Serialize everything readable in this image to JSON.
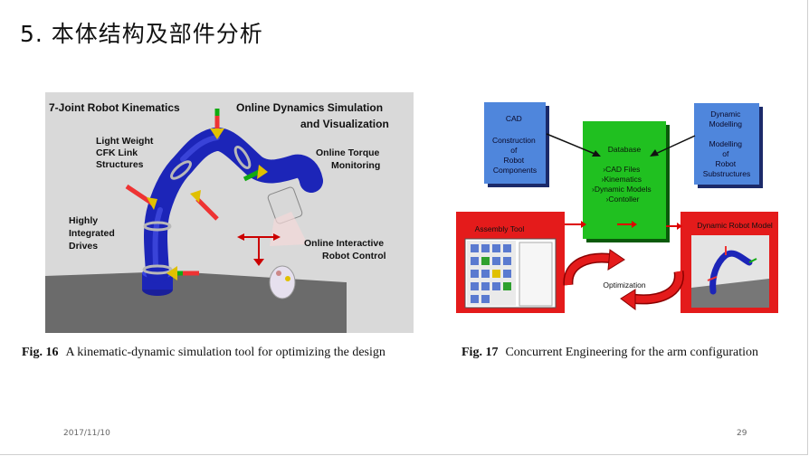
{
  "slide": {
    "title": "5. 本体结构及部件分析",
    "date": "2017/11/10",
    "page": "29"
  },
  "fig16": {
    "caption_no": "Fig. 16",
    "caption_text": "A kinematic-dynamic simulation tool for optimizing the design",
    "labels": {
      "kinematics": "7-Joint Robot Kinematics",
      "dyn1": "Online Dynamics Simulation",
      "dyn2": "and Visualization",
      "lw1": "Light Weight",
      "lw2": "CFK Link",
      "lw3": "Structures",
      "tq1": "Online Torque",
      "tq2": "Monitoring",
      "hd1": "Highly",
      "hd2": "Integrated",
      "hd3": "Drives",
      "ic1": "Online Interactive",
      "ic2": "Robot Control"
    }
  },
  "fig17": {
    "caption_no": "Fig. 17",
    "caption_text": "Concurrent Engineering for the arm configuration",
    "cad": [
      "CAD",
      "Construction",
      "of",
      "Robot",
      "Components"
    ],
    "dyn": [
      "Dynamic",
      "Modelling",
      "Modelling",
      "of",
      "Robot",
      "Substructures"
    ],
    "db_title": "Database",
    "db_items": [
      "›CAD Files",
      "›Kinematics",
      "›Dynamic Models",
      "›Contoller"
    ],
    "assembly": "Assembly Tool",
    "dyn_robot": "Dynamic Robot Model",
    "optimization": "Optimization"
  },
  "colors": {
    "blue_box": "#4f86dc",
    "green_box": "#20c020",
    "red_box": "#e41b1b",
    "robot_blue": "#1c25b8",
    "floor": "#6b6b6b"
  }
}
